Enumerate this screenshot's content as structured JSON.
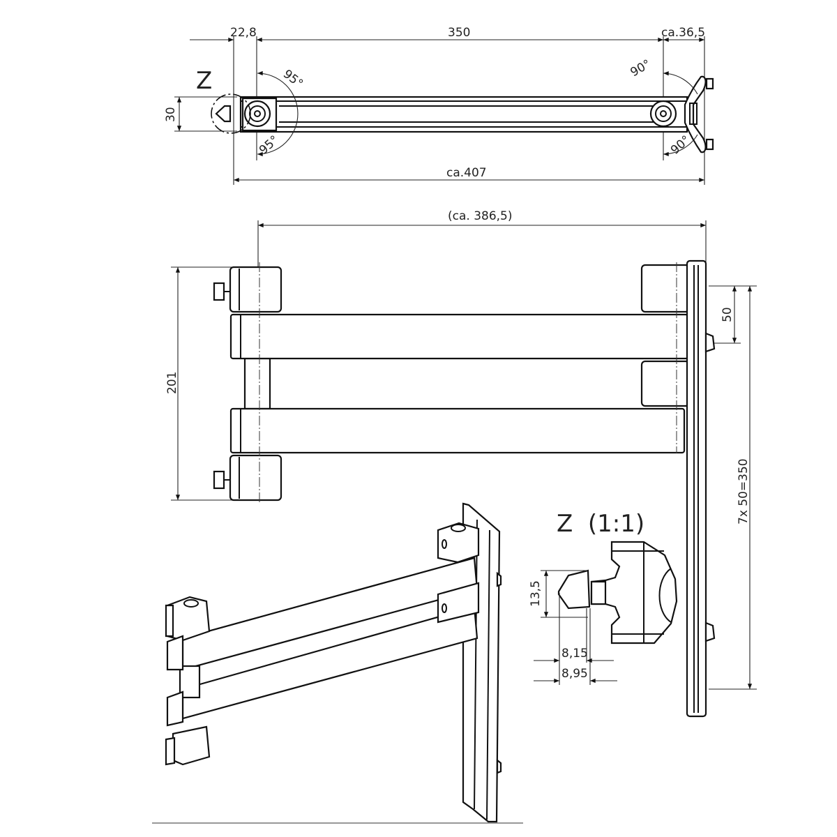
{
  "drawing": {
    "subject": "Swivel wall-mount arm technical drawing",
    "views": {
      "top_view": {
        "detail_marker": "Z",
        "dims": {
          "left_offset": "22,8",
          "arm_length": "350",
          "right_offset": "ca.36,5",
          "height": "30",
          "total_length": "ca.407"
        },
        "angles": {
          "left_upper": "95°",
          "left_lower": "95°",
          "right_upper": "90°",
          "right_lower": "90°"
        }
      },
      "front_view": {
        "dims": {
          "reach": "(ca. 386,5)",
          "height": "201",
          "rail_pitch": "50",
          "rail_span": "7x 50=350"
        }
      },
      "detail_view": {
        "title": "Z  (1:1)",
        "dims": {
          "height": "13,5",
          "inner_width": "8,15",
          "outer_width": "8,95"
        }
      },
      "isometric_view": {
        "label": ""
      }
    }
  }
}
